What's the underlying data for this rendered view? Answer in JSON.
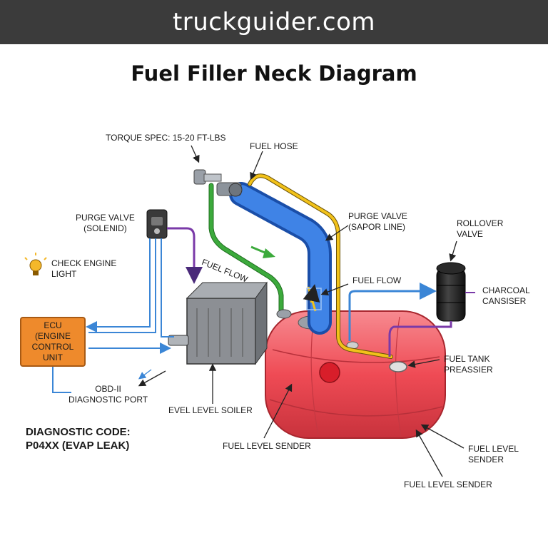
{
  "header": {
    "site": "truckguider.com"
  },
  "title": "Fuel Filler Neck Diagram",
  "labels": {
    "torque_spec": "TORQUE SPEC: 15-20 FT-LBS",
    "fuel_hose": "FUEL HOSE",
    "purge_valve_solenid": "PURGE VALVE\n(SOLENID)",
    "purge_valve_sapor": "PURGE VALVE\n(SAPOR LINE)",
    "rollover_valve": "ROLLOVER\nVALVE",
    "check_engine": "CHECK ENGINE\nLIGHT",
    "fuel_flow_left": "FUEL FLOW",
    "fuel_flow_right": "FUEL FLOW",
    "charcoal_cansiser": "CHARCOAL\nCANSISER",
    "ecu": "ECU\n(ENGINE\nCONTROL\nUNIT",
    "fuel_tank_preassier": "FUEL TANK\nPREASSIER",
    "obd_port": "OBD-II\nDIAGNOSTIC PORT",
    "evel_level_soiler": "EVEL LEVEL SOILER",
    "fuel_level_sender_1": "FUEL LEVEL SENDER",
    "fuel_level_sender_2": "FUEL LEVEL\nSENDER",
    "fuel_level_sender_3": "FUEL LEVEL SENDER",
    "diagnostic_code": "DIAGNOSTIC CODE:\nP04XX (EVAP LEAK)"
  },
  "colors": {
    "banner": "#3b3b3b",
    "tank": "#ef4b55",
    "filler_neck": "#2f6fd6",
    "vapor_line": "#f2c21a",
    "green_line": "#3caa3c",
    "purge_line": "#7a3aa8",
    "signal_line": "#3b86d6",
    "ecu": "#ee8a2c",
    "canister": "#1c1c1c",
    "engine": "#8c8f94"
  },
  "icons": [
    "check-engine-bulb-icon",
    "purge-solenoid-icon",
    "engine-block-icon",
    "charcoal-canister-icon",
    "fuel-tank-icon",
    "fuel-filler-neck-icon"
  ]
}
